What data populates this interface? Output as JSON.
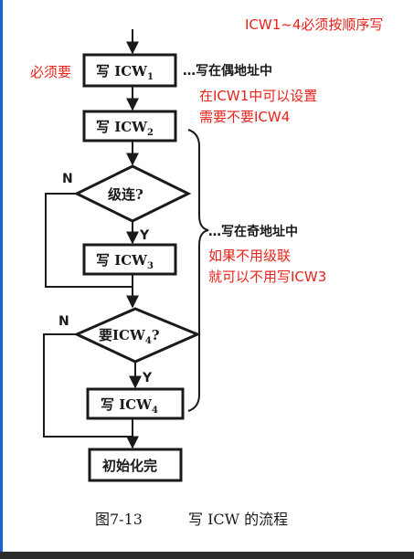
{
  "annotations": {
    "top_right": "ICW1~4必须按顺序写",
    "left_required": "必须要",
    "icw1_note_line1": "在ICW1中可以设置",
    "icw1_note_line2": "需要不要ICW4",
    "cascade_note_line1": "如果不用级联",
    "cascade_note_line2": "就可以不用写ICW3",
    "color": "#e8231c"
  },
  "flowchart": {
    "write_icw1": {
      "main": "写 ICW",
      "sub": "1"
    },
    "write_icw2": {
      "main": "写 ICW",
      "sub": "2"
    },
    "cascade_decision": "级连?",
    "write_icw3": {
      "main": "写 ICW",
      "sub": "3"
    },
    "need_icw4_decision": {
      "main": "要ICW",
      "sub": "4",
      "suffix": "?"
    },
    "write_icw4": {
      "main": "写 ICW",
      "sub": "4"
    },
    "init_done": "初始化完",
    "yes_label": "Y",
    "no_label": "N",
    "even_address_note": "…写在偶地址中",
    "odd_address_note": "…写在奇地址中"
  },
  "caption": {
    "figure_number": "图7-13",
    "title": "写 ICW 的流程"
  },
  "colors": {
    "line": "#1a1a1a",
    "left_accent": "#1c5fd6",
    "bottom_bar": "#2b2b2b"
  }
}
